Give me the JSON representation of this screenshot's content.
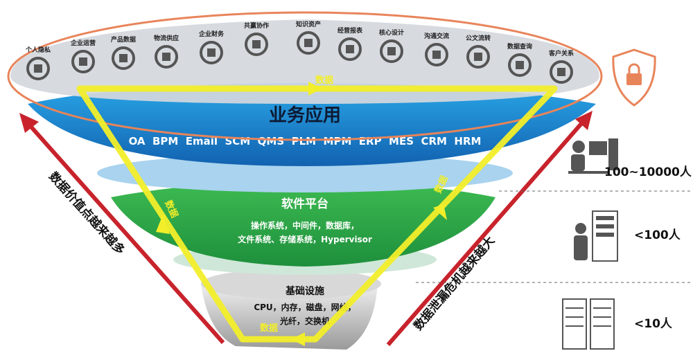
{
  "data_scope_icons": [
    {
      "label": "个人隐私",
      "icon": "id-card-icon"
    },
    {
      "label": "企业运营",
      "icon": "gear-person-icon"
    },
    {
      "label": "产品数据",
      "icon": "gears-icon"
    },
    {
      "label": "物流供应",
      "icon": "truck-icon"
    },
    {
      "label": "企业财务",
      "icon": "hand-dollar-icon"
    },
    {
      "label": "共赢协作",
      "icon": "people-network-icon"
    },
    {
      "label": "知识资产",
      "icon": "lightbulb-icon"
    },
    {
      "label": "经营报表",
      "icon": "chart-magnifier-icon"
    },
    {
      "label": "核心设计",
      "icon": "compass-ruler-icon"
    },
    {
      "label": "沟通交流",
      "icon": "envelope-icon"
    },
    {
      "label": "公文流转",
      "icon": "office-worker-icon"
    },
    {
      "label": "数据查询",
      "icon": "search-person-icon"
    },
    {
      "label": "客户关系",
      "icon": "handshake-icon"
    }
  ],
  "flow_label": "数据",
  "layers": {
    "application": {
      "title": "业务应用",
      "systems": "OA  BPM  Email  SCM  QMS  PLM  MPM  ERP  MES  CRM  HRM",
      "color": "#1f7fcf"
    },
    "platform": {
      "title": "软件平台",
      "line1": "操作系统，中间件，数据库，",
      "line2": "文件系统、存储系统，Hypervisor",
      "color": "#2eaa4a"
    },
    "infrastructure": {
      "title": "基础设施",
      "line1": "CPU，内存，磁盘，网线，",
      "line2": "光纤，交换机",
      "color": "#b8b8b8"
    }
  },
  "left_arrow_text": "数据价值点越来越多",
  "right_arrow_text": "数据泄漏危机越来越大",
  "user_scale": [
    {
      "label": "100~10000人",
      "icon": "desktop-user-icon"
    },
    {
      "label": "<100人",
      "icon": "server-admin-icon"
    },
    {
      "label": "<10人",
      "icon": "datacenter-racks-icon"
    }
  ],
  "security_icon": "shield-lock-icon",
  "colors": {
    "arrow": "#c8232c",
    "flow": "#f2ee2a",
    "outline": "#e8845a"
  }
}
